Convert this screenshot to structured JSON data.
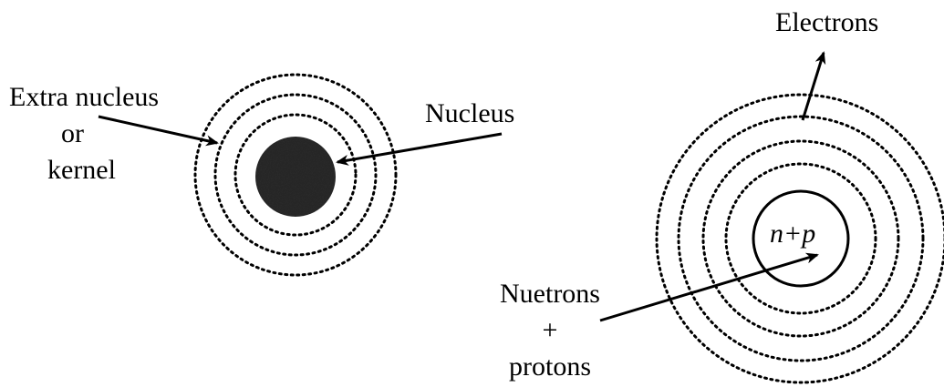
{
  "left_atom": {
    "label_extra_line1": "Extra nucleus",
    "label_extra_line2": "or",
    "label_extra_line3": "kernel",
    "label_nucleus": "Nucleus"
  },
  "right_atom": {
    "label_electrons": "Electrons",
    "label_core": "n+p",
    "label_np_line1": "Nuetrons",
    "label_np_line2": "+",
    "label_np_line3": "protons"
  },
  "colors": {
    "ink": "#000000",
    "nucleus_fill": "#2a2a2a",
    "background": "#ffffff"
  }
}
